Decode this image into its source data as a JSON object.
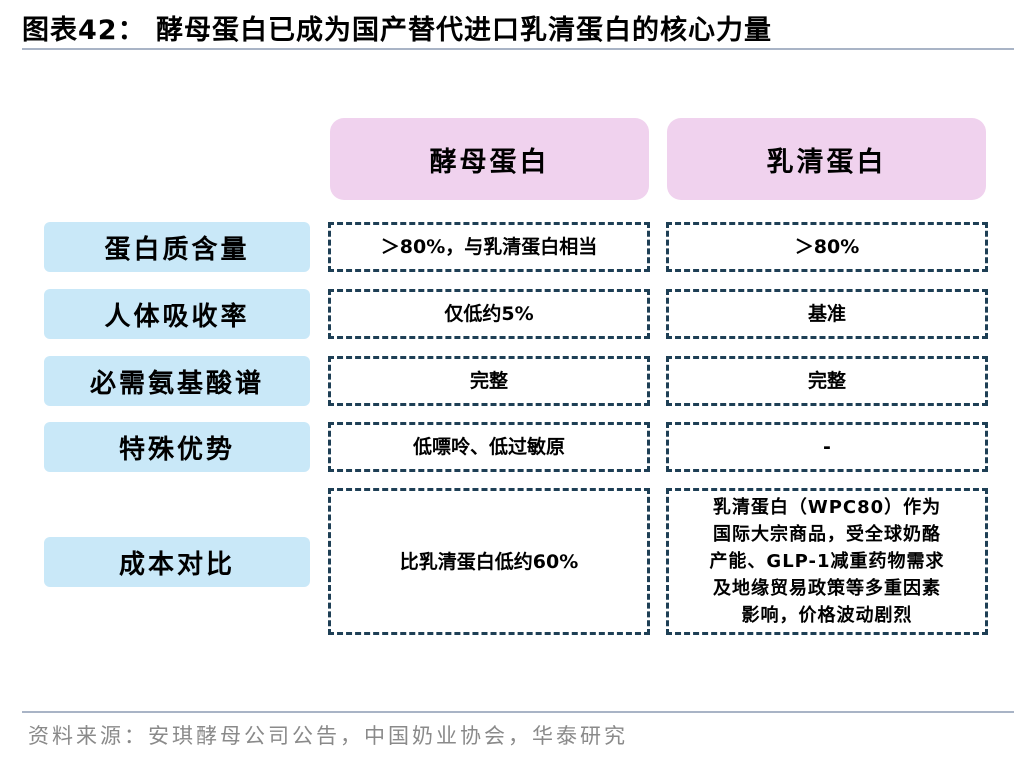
{
  "title": "图表42：  酵母蛋白已成为国产替代进口乳清蛋白的核心力量",
  "columns": {
    "yeast": "酵母蛋白",
    "whey": "乳清蛋白"
  },
  "rows": [
    {
      "label": "蛋白质含量",
      "yeast": "＞80%，与乳清蛋白相当",
      "whey": "＞80%"
    },
    {
      "label": "人体吸收率",
      "yeast": "仅低约5%",
      "whey": "基准"
    },
    {
      "label": "必需氨基酸谱",
      "yeast": "完整",
      "whey": "完整"
    },
    {
      "label": "特殊优势",
      "yeast": "低嘌呤、低过敏原",
      "whey": "-"
    },
    {
      "label": "成本对比",
      "yeast": "比乳清蛋白低约60%",
      "whey": "乳清蛋白（WPC80）作为\n国际大宗商品，受全球奶酪\n产能、GLP-1减重药物需求\n及地缘贸易政策等多重因素\n影响，价格波动剧烈"
    }
  ],
  "source": "资料来源：安琪酵母公司公告，中国奶业协会，华泰研究",
  "colors": {
    "column_header_bg": "#f0d2ee",
    "row_label_bg": "#c9e8f8",
    "cell_border": "#1e3f55",
    "rule": "#a9b4c6"
  }
}
